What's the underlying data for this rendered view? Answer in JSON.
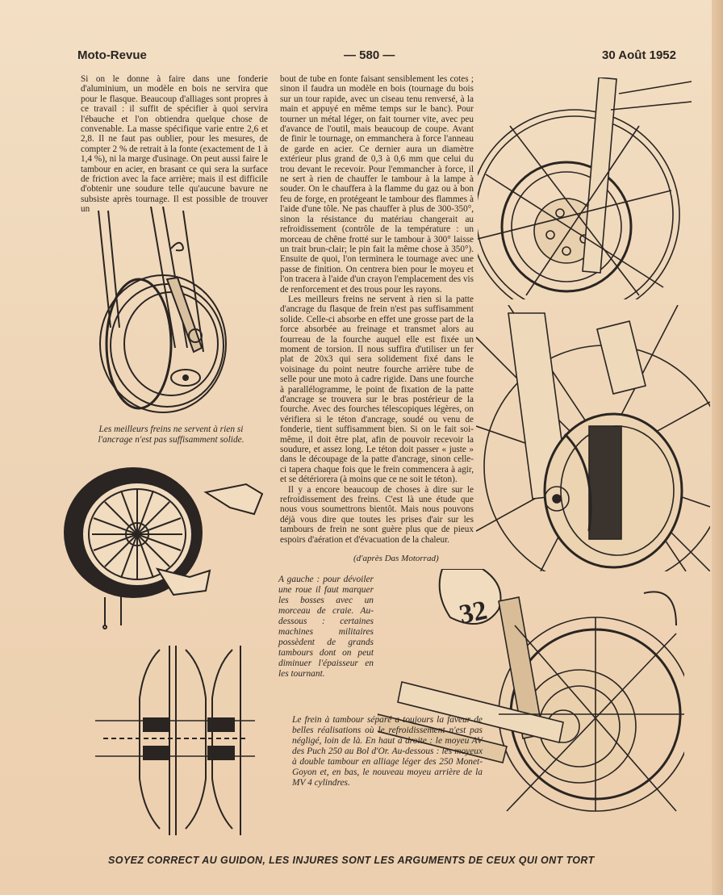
{
  "header": {
    "magazine": "Moto-Revue",
    "page_number": "— 580 —",
    "date": "30 Août 1952"
  },
  "column1": {
    "text": "Si on le donne à faire dans une fonderie d'aluminium, un modèle en bois ne servira que pour le flasque. Beaucoup d'alliages sont propres à ce travail : il suffit de spécifier à quoi servira l'ébauche et l'on obtiendra quelque chose de convenable. La masse spécifique varie entre 2,6 et 2,8. Il ne faut pas oublier, pour les mesures, de compter 2 % de retrait à la fonte (exactement de 1 à 1,4 %), ni la marge d'usinage. On peut aussi faire le tambour en acier, en brasant ce qui sera la surface de friction avec la face arrière; mais il est difficile d'obtenir une soudure telle qu'aucune bavure ne subsiste après tournage. Il est possible de trouver un"
  },
  "column2": {
    "para1": "bout de tube en fonte faisant sensiblement les cotes ; sinon il faudra un modèle en bois (tournage du bois sur un tour rapide, avec un ciseau tenu renversé, à la main et appuyé en même temps sur le banc). Pour tourner un métal léger, on fait tourner vite, avec peu d'avance de l'outil, mais beaucoup de coupe. Avant de finir le tournage, on emmanchera à force l'anneau de garde en acier. Ce dernier aura un diamètre extérieur plus grand de 0,3 à 0,6 mm que celui du trou devant le recevoir. Pour l'emmancher à force, il ne sert à rien de chauffer le tambour à la lampe à souder. On le chauffera à la flamme du gaz ou à bon feu de forge, en protégeant le tambour des flammes à l'aide d'une tôle. Ne pas chauffer à plus de 300-350°, sinon la résistance du matériau changerait au refroidissement (contrôle de la température : un morceau de chêne frotté sur le tambour à 300° laisse un trait brun-clair; le pin fait la même chose à 350°). Ensuite de quoi, l'on terminera le tournage avec une passe de finition. On centrera bien pour le moyeu et l'on tracera à l'aide d'un crayon l'emplacement des vis de renforcement et des trous pour les rayons.",
    "para2": "Les meilleurs freins ne servent à rien si la patte d'ancrage du flasque de frein n'est pas suffisamment solide. Celle-ci absorbe en effet une grosse part de la force absorbée au freinage et transmet alors au fourreau de la fourche auquel elle est fixée un moment de torsion. Il nous suffira d'utiliser un fer plat de 20x3 qui sera solidement fixé dans le voisinage du point neutre fourche arrière tube de selle pour une moto à cadre rigide. Dans une fourche à parallélogramme, le point de fixation de la patte d'ancrage se trouvera sur le bras postérieur de la fourche. Avec des fourches télescopiques légères, on vérifiera si le téton d'ancrage, soudé ou venu de fonderie, tient suffisamment bien. Si on le fait soi-même, il doit être plat, afin de pouvoir recevoir la soudure, et assez long. Le téton doit passer « juste » dans le découpage de la patte d'ancrage, sinon celle-ci tapera chaque fois que le frein commencera à agir, et se détériorera (à moins que ce ne soit le téton).",
    "para3": "Il y a encore beaucoup de choses à dire sur le refroidissement des freins. C'est là une étude que nous vous soumettrons bientôt. Mais nous pouvons déjà vous dire que toutes les prises d'air sur les tambours de frein ne sont guère plus que de pieux espoirs d'aération et d'évacuation de la chaleur.",
    "credit": "(d'après Das Motorrad)"
  },
  "captions": {
    "anchor": "Les meilleurs freins ne servent à rien si l'ancrage n'est pas suffisamment solide.",
    "wheel": "A gauche : pour dévoiler une roue il faut marquer les bosses avec un morceau de craie. Au-dessous : certaines machines militaires possèdent de grands tambours dont on peut diminuer l'épaisseur en les tournant.",
    "hubs": "Le frein à tambour séparé a toujours la faveur de belles réalisations où le refroidissement n'est pas négligé, loin de là. En haut à droite : le moyeu AV des Puch 250 au Bol d'Or. Au-dessous : les moyeux à double tambour en alliage léger des 250 Monet-Goyon et, en bas, le nouveau moyeu arrière de la MV 4 cylindres."
  },
  "race_number": "32",
  "footer": "SOYEZ CORRECT AU GUIDON, LES INJURES SONT LES ARGUMENTS DE CEUX QUI ONT TORT",
  "colors": {
    "paper": "#f1dcc0",
    "ink": "#2a2522"
  }
}
